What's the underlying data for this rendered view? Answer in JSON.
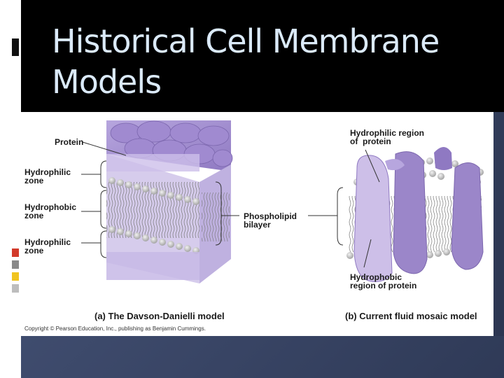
{
  "slide": {
    "title": "Historical Cell Membrane Models"
  },
  "figure": {
    "left_panel": {
      "protein_label": "Protein",
      "hydrophilic_top": "Hydrophilic\nzone",
      "hydrophobic": "Hydrophobic\nzone",
      "hydrophilic_bottom": "Hydrophilic\nzone",
      "caption_letter": "(a)",
      "caption": "The Davson-Danielli model"
    },
    "center_label": "Phospholipid\nbilayer",
    "right_panel": {
      "hydrophilic_region": "Hydrophilic region\nof  protein",
      "hydrophobic_region": "Hydrophobic\nregion of protein",
      "caption_letter": "(b)",
      "caption": "Current fluid mosaic model"
    },
    "copyright": "Copyright © Pearson Education, Inc., publishing as Benjamin Cummings."
  },
  "colors": {
    "title_text": "#dbeaf9",
    "protein_purple": "#9b86c9",
    "protein_light": "#cfc3e8",
    "lipid_head": "#c8c8c8",
    "background_navy": "#2f3a57"
  }
}
